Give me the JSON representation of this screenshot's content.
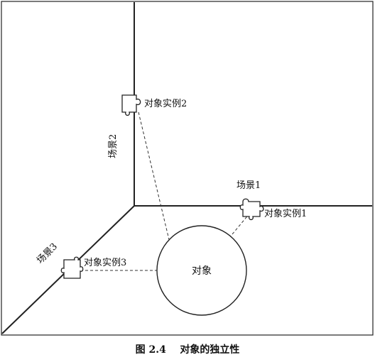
{
  "diagram": {
    "object_label": "对象",
    "instances": [
      {
        "label": "对象实例1"
      },
      {
        "label": "对象实例2"
      },
      {
        "label": "对象实例3"
      }
    ],
    "scenes": [
      {
        "label": "场景1"
      },
      {
        "label": "场景2"
      },
      {
        "label": "场景3"
      }
    ]
  },
  "caption": "图 2.4    对象的独立性"
}
